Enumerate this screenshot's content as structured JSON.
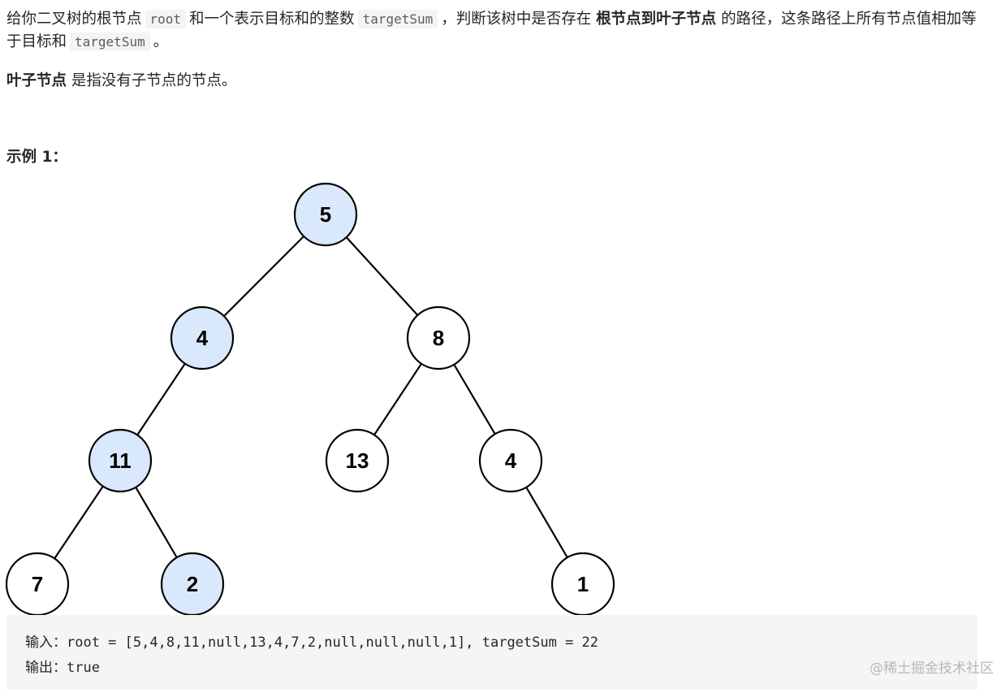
{
  "problem": {
    "intro_1": "给你二叉树的根节点",
    "code_root": "root",
    "intro_2": "和一个表示目标和的整数",
    "code_target": "targetSum",
    "intro_3": "，判断该树中是否存在",
    "bold_phrase": "根节点到叶子节点",
    "intro_4": "的路径，这条路径上所有节点值相加等于目标和",
    "code_target_2": "targetSum",
    "intro_end": "。",
    "leaf_term": "叶子节点",
    "leaf_def": "是指没有子节点的节点。"
  },
  "example": {
    "title": "示例 1：",
    "input_line": "输入：root = [5,4,8,11,null,13,4,7,2,null,null,null,1], targetSum = 22",
    "output_line": "输出：true"
  },
  "tree": {
    "nodes": [
      {
        "id": "n5",
        "label": "5",
        "highlighted": true
      },
      {
        "id": "n4a",
        "label": "4",
        "highlighted": true
      },
      {
        "id": "n8",
        "label": "8",
        "highlighted": false
      },
      {
        "id": "n11",
        "label": "11",
        "highlighted": true
      },
      {
        "id": "n13",
        "label": "13",
        "highlighted": false
      },
      {
        "id": "n4b",
        "label": "4",
        "highlighted": false
      },
      {
        "id": "n7",
        "label": "7",
        "highlighted": false
      },
      {
        "id": "n2",
        "label": "2",
        "highlighted": true
      },
      {
        "id": "n1",
        "label": "1",
        "highlighted": false
      }
    ],
    "highlight_color": "#dae8fc",
    "normal_color": "#ffffff"
  },
  "watermark": "@稀土掘金技术社区"
}
